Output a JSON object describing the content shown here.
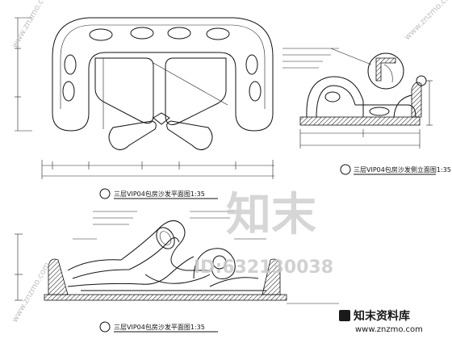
{
  "drawing": {
    "top_plan_title": "三层VIP04包房沙发平面图1:35",
    "side_view_title": "三层VIP04包房沙发侧立面图1:35",
    "front_view_title": "三层VIP04包房沙发平面图1:35"
  },
  "watermark": {
    "logo_text": "知末",
    "id_text": "ID:632130038",
    "diagonal_text": "www.znzmo.com"
  },
  "footer": {
    "brand_text": "知末资料库",
    "url_text": "www.znzmo.com"
  },
  "colors": {
    "line": "#111111",
    "watermark": "#c9c9c9"
  }
}
